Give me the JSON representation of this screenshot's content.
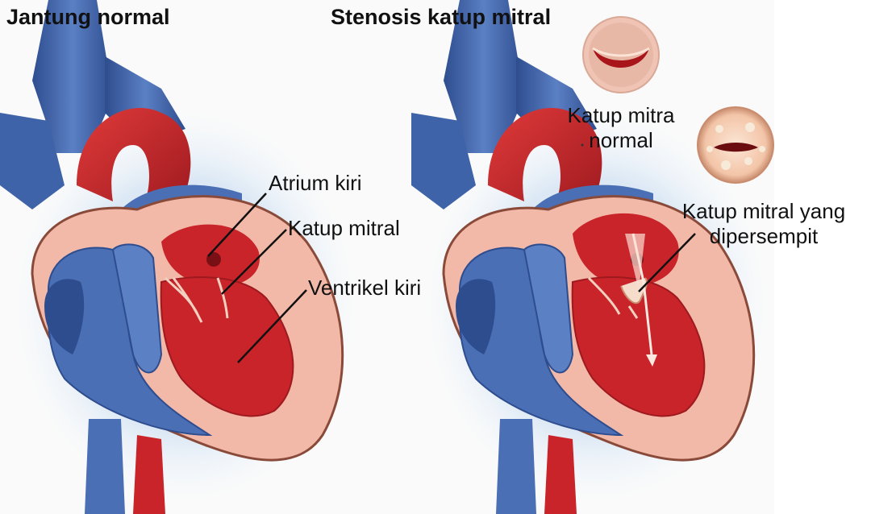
{
  "left_panel": {
    "title": "Jantung normal",
    "labels": {
      "atrium": "Atrium kiri",
      "valve": "Katup mitral",
      "ventricle": "Ventrikel kiri"
    }
  },
  "right_panel": {
    "title": "Stenosis katup mitral",
    "labels": {
      "normal_valve_line1": "Katup mitra",
      "normal_valve_line2": "normal",
      "narrowed_line1": "Katup mitral yang",
      "narrowed_line2": "dipersempit"
    }
  },
  "colors": {
    "vessel_blue": "#4a6fb5",
    "vessel_blue_dark": "#2e4d8f",
    "chamber_red": "#c8242a",
    "chamber_red_dark": "#9e1a1f",
    "muscle_pink": "#f2b8a8",
    "outline": "#5a2a2a",
    "glow": "#d8e6f4"
  }
}
